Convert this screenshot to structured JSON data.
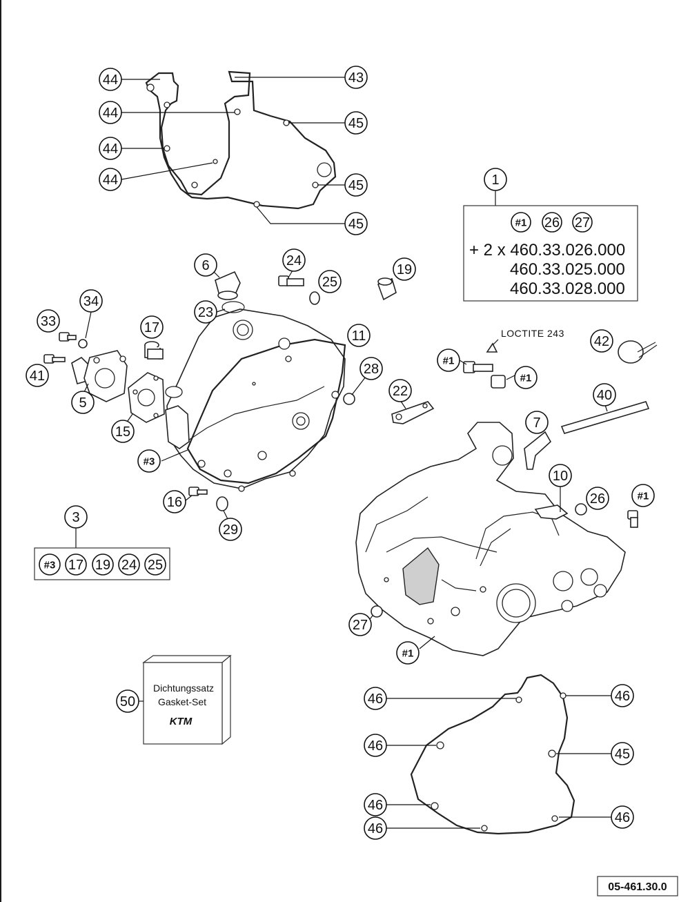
{
  "callouts": {
    "c44a": "44",
    "c44b": "44",
    "c44c": "44",
    "c44d": "44",
    "c43": "43",
    "c45a": "45",
    "c45b": "45",
    "c45c": "45",
    "c1": "1",
    "c6": "6",
    "c24": "24",
    "c25": "25",
    "c19": "19",
    "c23": "23",
    "c34": "34",
    "c33": "33",
    "c17": "17",
    "c11": "11",
    "c41": "41",
    "c5": "5",
    "c28": "28",
    "c22": "22",
    "c15": "15",
    "c3a": "#3",
    "c16": "16",
    "c29": "29",
    "c3": "3",
    "c42": "42",
    "c1a": "#1",
    "c1b": "#1",
    "c40": "40",
    "c7": "7",
    "c10": "10",
    "c26": "26",
    "c1c": "#1",
    "c27": "27",
    "c1d": "#1",
    "c50": "50",
    "c46a": "46",
    "c46b": "46",
    "c46c": "46",
    "c46d": "46",
    "c46e": "46",
    "c45d": "45",
    "c46f": "46"
  },
  "kit1": {
    "items": [
      "#1",
      "26",
      "27"
    ],
    "line1": "+ 2 x 460.33.026.000",
    "line2": "460.33.025.000",
    "line3": "460.33.028.000"
  },
  "kit3": {
    "items": [
      "#3",
      "17",
      "19",
      "24",
      "25"
    ]
  },
  "loctite": "LOCTITE 243",
  "gasket_set": {
    "line1": "Dichtungssatz",
    "line2": "Gasket-Set",
    "logo": "KTM"
  },
  "drawing_code": "05-461.30.0"
}
